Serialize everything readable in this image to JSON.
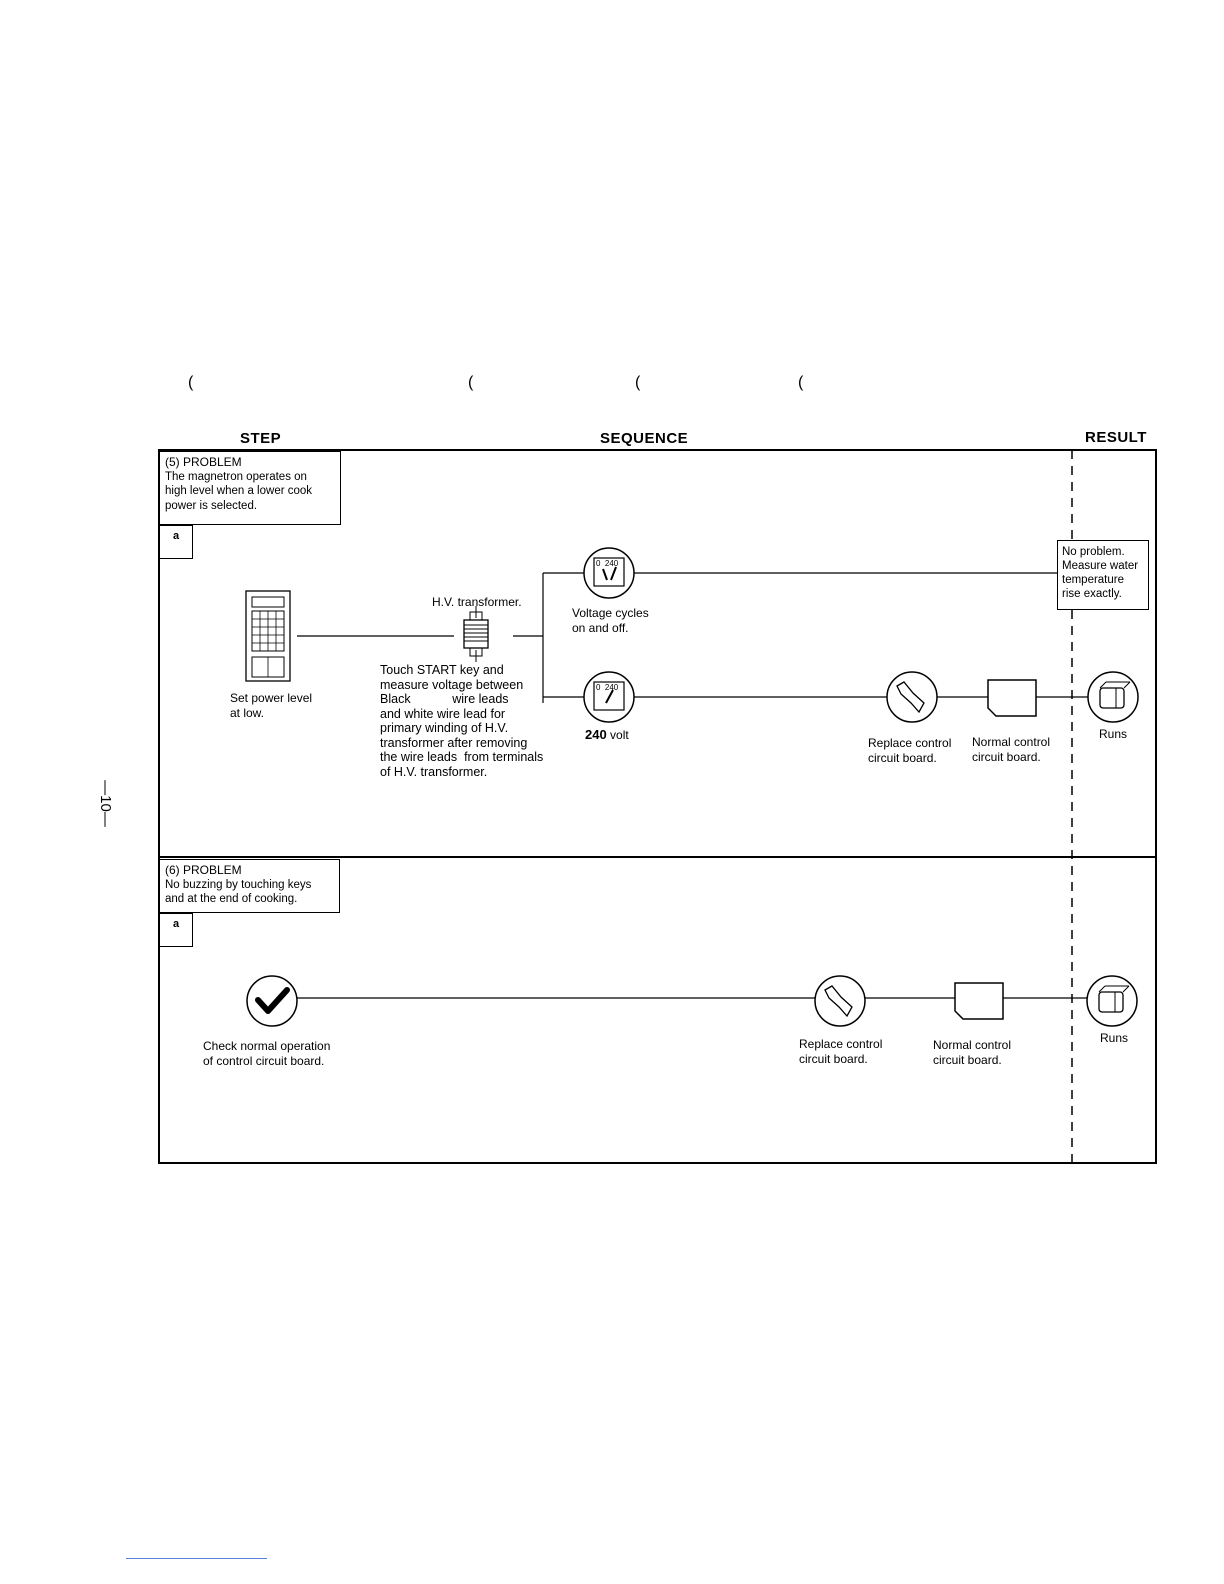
{
  "parens": [
    "(",
    "(",
    "(",
    "("
  ],
  "headers": {
    "step": "STEP",
    "sequence": "SEQUENCE",
    "result": "RESULT"
  },
  "problem5": {
    "title": "(5) PROBLEM",
    "lines": [
      "The magnetron operates on",
      "high level when a lower cook",
      "power is selected."
    ],
    "substep": "a",
    "set_power": [
      "Set power level",
      "at low."
    ],
    "hv_transformer": "H.V. transformer.",
    "voltage_cycles": [
      "Voltage cycles",
      "on and off."
    ],
    "meter_top_scale": "0  240",
    "meter_bottom_scale": "0  240",
    "touch_text": [
      "Touch START key and",
      "measure voltage between",
      "Black            wire leads",
      "and white wire lead for",
      "primary winding of H.V.",
      "transformer after removing",
      "the wire leads  from terminals",
      "of H.V. transformer."
    ],
    "volt_value": "240",
    "volt_unit": "volt",
    "replace": [
      "Replace control",
      "circuit board."
    ],
    "normal": [
      "Normal control",
      "circuit board."
    ],
    "result_box": [
      "No problem.",
      "Measure water",
      "temperature",
      "rise exactly."
    ],
    "runs": "Runs"
  },
  "problem6": {
    "title": "(6) PROBLEM",
    "lines": [
      "No buzzing by touching keys",
      "and at the end of cooking."
    ],
    "substep": "a",
    "check": [
      "Check normal operation",
      "of control circuit board."
    ],
    "replace": [
      "Replace control",
      "circuit board."
    ],
    "normal": [
      "Normal control",
      "circuit board."
    ],
    "runs": "Runs"
  },
  "page_number": "—10—"
}
